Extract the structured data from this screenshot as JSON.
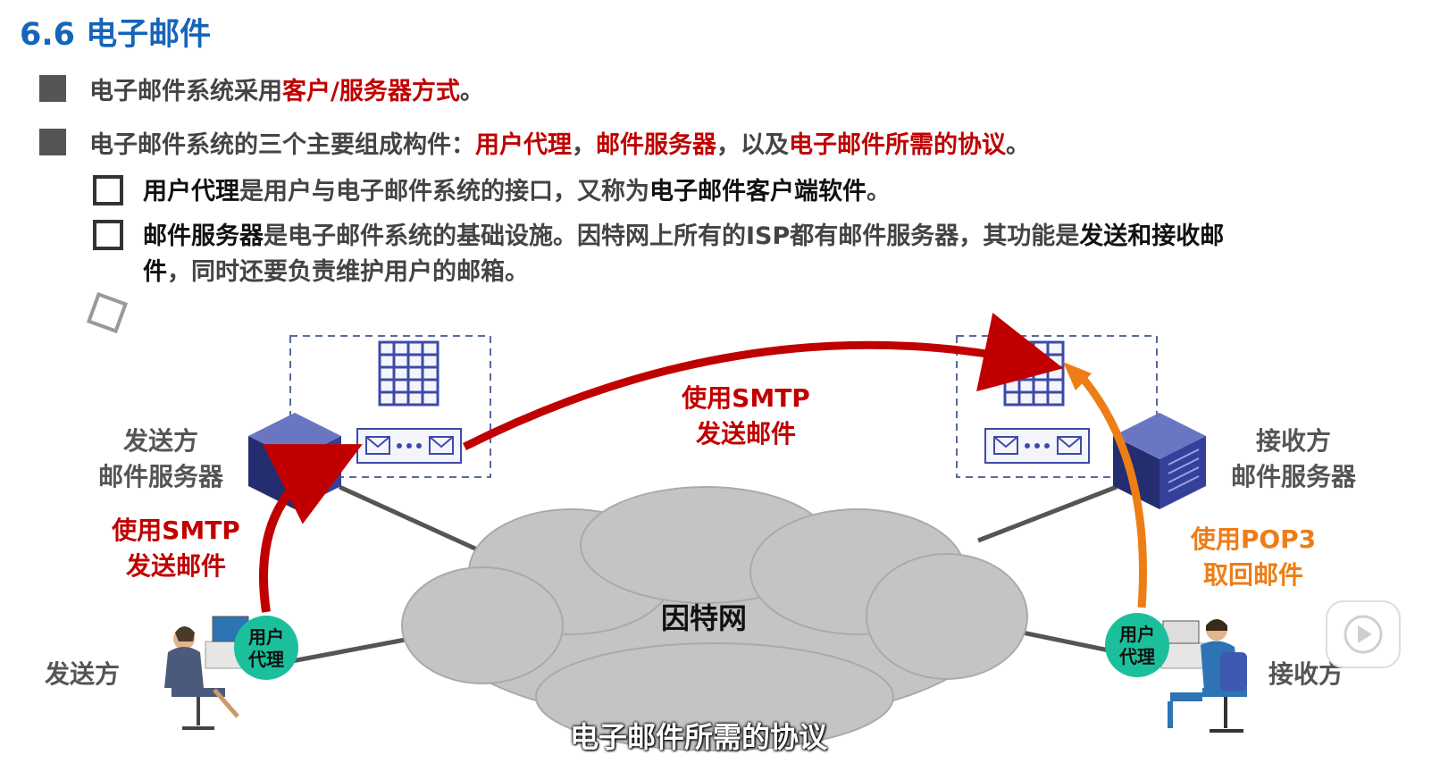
{
  "title": "6.6 电子邮件",
  "bullets": [
    {
      "segments": [
        {
          "text": "电子邮件系统采用",
          "style": "gray"
        },
        {
          "text": "客户/服务器方式",
          "style": "red"
        },
        {
          "text": "。",
          "style": "gray"
        }
      ]
    },
    {
      "segments": [
        {
          "text": "电子邮件系统的三个主要组成构件：",
          "style": "gray"
        },
        {
          "text": "用户代理",
          "style": "red"
        },
        {
          "text": "，",
          "style": "gray"
        },
        {
          "text": "邮件服务器",
          "style": "red"
        },
        {
          "text": "，以及",
          "style": "gray"
        },
        {
          "text": "电子邮件所需的协议",
          "style": "red"
        },
        {
          "text": "。",
          "style": "gray"
        }
      ]
    }
  ],
  "sub_bullets": [
    {
      "lines": [
        [
          {
            "text": "用户代理",
            "style": "black"
          },
          {
            "text": "是用户与电子邮件系统的接口，又称为",
            "style": "gray"
          },
          {
            "text": "电子邮件客户端软件",
            "style": "black"
          },
          {
            "text": "。",
            "style": "gray"
          }
        ]
      ]
    },
    {
      "lines": [
        [
          {
            "text": "邮件服务器",
            "style": "black"
          },
          {
            "text": "是电子邮件系统的基础设施。因特网上所有的ISP都有邮件服务器，其功能是",
            "style": "gray"
          },
          {
            "text": "发送和接收邮",
            "style": "black"
          }
        ],
        [
          {
            "text": "件",
            "style": "black"
          },
          {
            "text": "，同时还要负责维护用户的邮箱。",
            "style": "gray"
          }
        ]
      ]
    }
  ],
  "diagram": {
    "sender_server_label": [
      "发送方",
      "邮件服务器"
    ],
    "receiver_server_label": [
      "接收方",
      "邮件服务器"
    ],
    "sender_label": "发送方",
    "receiver_label": "接收方",
    "cloud_label": "因特网",
    "user_agent_label": [
      "用户",
      "代理"
    ],
    "arrow_smtp_top": [
      "使用SMTP",
      "发送邮件"
    ],
    "arrow_smtp_left": [
      "使用SMTP",
      "发送邮件"
    ],
    "arrow_pop3": [
      "使用POP3",
      "取回邮件"
    ],
    "colors": {
      "smtp": "#c00000",
      "pop3": "#ee7d16",
      "agent": "#1bbf9c",
      "server": "#2e3a80",
      "cloud": "#c4c4c4"
    }
  },
  "subtitle": "电子邮件所需的协议"
}
